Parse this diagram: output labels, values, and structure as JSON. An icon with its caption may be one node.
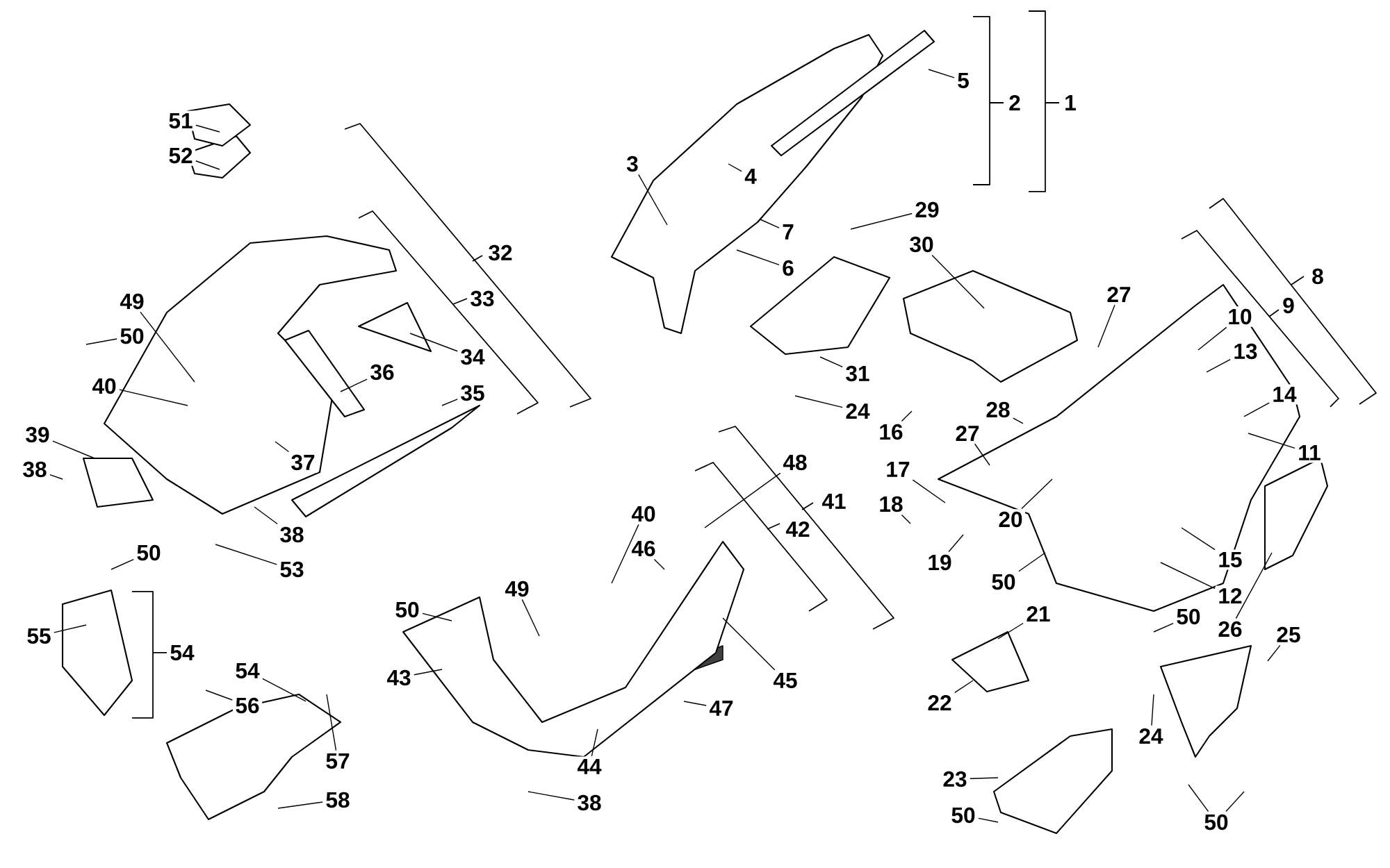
{
  "diagram": {
    "nodes": [
      {
        "text": [
          "51"
        ]
      },
      {
        "text": [
          "52"
        ]
      },
      {
        "text": [
          "49"
        ]
      },
      {
        "text": [
          "50"
        ]
      },
      {
        "text": [
          "40"
        ]
      },
      {
        "text": [
          "39"
        ]
      },
      {
        "text": [
          "38"
        ]
      },
      {
        "text": [
          "36"
        ]
      },
      {
        "text": [
          "34"
        ]
      },
      {
        "text": [
          "35"
        ]
      },
      {
        "text": [
          "37"
        ]
      },
      {
        "text": [
          "38"
        ]
      },
      {
        "text": [
          "53"
        ]
      },
      {
        "text": [
          "3"
        ]
      },
      {
        "text": [
          "4"
        ]
      },
      {
        "text": [
          "5"
        ]
      },
      {
        "text": [
          "7"
        ]
      },
      {
        "text": [
          "6"
        ]
      },
      {
        "text": [
          "29"
        ]
      },
      {
        "text": [
          "30"
        ]
      },
      {
        "text": [
          "31"
        ]
      },
      {
        "text": [
          "24"
        ]
      },
      {
        "text": [
          "27"
        ]
      },
      {
        "text": [
          "10"
        ]
      },
      {
        "text": [
          "13"
        ]
      },
      {
        "text": [
          "14"
        ]
      },
      {
        "text": [
          "11"
        ]
      },
      {
        "text": [
          "16"
        ]
      },
      {
        "text": [
          "27"
        ]
      },
      {
        "text": [
          "28"
        ]
      },
      {
        "text": [
          "17"
        ]
      },
      {
        "text": [
          "18"
        ]
      },
      {
        "text": [
          "19"
        ]
      },
      {
        "text": [
          "20"
        ]
      },
      {
        "text": [
          "50"
        ]
      },
      {
        "text": [
          "15"
        ]
      },
      {
        "text": [
          "12"
        ]
      },
      {
        "text": [
          "26"
        ]
      },
      {
        "text": [
          "25"
        ]
      },
      {
        "text": [
          "21"
        ]
      },
      {
        "text": [
          "22"
        ]
      },
      {
        "text": [
          "23"
        ]
      },
      {
        "text": [
          "50"
        ]
      },
      {
        "text": [
          "50"
        ]
      },
      {
        "text": [
          "24"
        ]
      },
      {
        "text": [
          "50"
        ]
      },
      {
        "text": [
          "48"
        ]
      },
      {
        "text": [
          "40"
        ]
      },
      {
        "text": [
          "46"
        ]
      },
      {
        "text": [
          "49"
        ]
      },
      {
        "text": [
          "50"
        ]
      },
      {
        "text": [
          "43"
        ]
      },
      {
        "text": [
          "44"
        ]
      },
      {
        "text": [
          "38"
        ]
      },
      {
        "text": [
          "47"
        ]
      },
      {
        "text": [
          "45"
        ]
      },
      {
        "text": [
          "50"
        ]
      },
      {
        "text": [
          "55"
        ]
      },
      {
        "text": [
          "54"
        ]
      },
      {
        "text": [
          "56"
        ]
      },
      {
        "text": [
          "57"
        ]
      },
      {
        "text": [
          "58"
        ]
      }
    ],
    "edges": [
      {
        "from": 0,
        "to": null,
        "arrow": "none"
      },
      {
        "from": 1,
        "to": null,
        "arrow": "none"
      },
      {
        "from": 2,
        "to": null,
        "arrow": "none"
      },
      {
        "from": 3,
        "to": null,
        "arrow": "none"
      },
      {
        "from": 4,
        "to": null,
        "arrow": "none"
      },
      {
        "from": 5,
        "to": null,
        "arrow": "none"
      },
      {
        "from": 6,
        "to": null,
        "arrow": "none"
      },
      {
        "from": 7,
        "to": null,
        "arrow": "none"
      },
      {
        "from": 8,
        "to": null,
        "arrow": "none"
      },
      {
        "from": 9,
        "to": null,
        "arrow": "none"
      },
      {
        "from": 10,
        "to": null,
        "arrow": "none"
      },
      {
        "from": 11,
        "to": null,
        "arrow": "none"
      },
      {
        "from": 12,
        "to": null,
        "arrow": "none"
      },
      {
        "from": 13,
        "to": null,
        "arrow": "none"
      },
      {
        "from": 14,
        "to": null,
        "arrow": "none"
      },
      {
        "from": 15,
        "to": null,
        "arrow": "none"
      },
      {
        "from": 16,
        "to": null,
        "arrow": "none"
      },
      {
        "from": 17,
        "to": null,
        "arrow": "none"
      },
      {
        "from": 18,
        "to": null,
        "arrow": "none"
      },
      {
        "from": 19,
        "to": null,
        "arrow": "none"
      },
      {
        "from": 20,
        "to": null,
        "arrow": "none"
      },
      {
        "from": 21,
        "to": null,
        "arrow": "none"
      },
      {
        "from": 22,
        "to": null,
        "arrow": "none"
      },
      {
        "from": 23,
        "to": null,
        "arrow": "none"
      },
      {
        "from": 24,
        "to": null,
        "arrow": "none"
      },
      {
        "from": 25,
        "to": null,
        "arrow": "none"
      },
      {
        "from": 26,
        "to": null,
        "arrow": "none"
      },
      {
        "from": 27,
        "to": null,
        "arrow": "none"
      },
      {
        "from": 28,
        "to": null,
        "arrow": "none"
      },
      {
        "from": 29,
        "to": null,
        "arrow": "none"
      },
      {
        "from": 30,
        "to": null,
        "arrow": "none"
      },
      {
        "from": 31,
        "to": null,
        "arrow": "none"
      },
      {
        "from": 32,
        "to": null,
        "arrow": "none"
      },
      {
        "from": 33,
        "to": null,
        "arrow": "none"
      },
      {
        "from": 34,
        "to": null,
        "arrow": "none"
      },
      {
        "from": 35,
        "to": null,
        "arrow": "none"
      },
      {
        "from": 36,
        "to": null,
        "arrow": "none"
      },
      {
        "from": 37,
        "to": null,
        "arrow": "none"
      },
      {
        "from": 38,
        "to": null,
        "arrow": "none"
      },
      {
        "from": 39,
        "to": null,
        "arrow": "none"
      },
      {
        "from": 40,
        "to": null,
        "arrow": "none"
      },
      {
        "from": 41,
        "to": null,
        "arrow": "none"
      },
      {
        "from": 42,
        "to": null,
        "arrow": "none"
      },
      {
        "from": 43,
        "to": null,
        "arrow": "none"
      },
      {
        "from": 44,
        "to": null,
        "arrow": "none"
      },
      {
        "from": 45,
        "to": null,
        "arrow": "none"
      },
      {
        "from": 45,
        "to": null,
        "arrow": "none"
      },
      {
        "from": 46,
        "to": null,
        "arrow": "none"
      },
      {
        "from": 47,
        "to": null,
        "arrow": "none"
      },
      {
        "from": 48,
        "to": null,
        "arrow": "none"
      },
      {
        "from": 49,
        "to": null,
        "arrow": "none"
      },
      {
        "from": 50,
        "to": null,
        "arrow": "none"
      },
      {
        "from": 51,
        "to": null,
        "arrow": "none"
      },
      {
        "from": 52,
        "to": null,
        "arrow": "none"
      },
      {
        "from": 53,
        "to": null,
        "arrow": "none"
      },
      {
        "from": 54,
        "to": null,
        "arrow": "none"
      },
      {
        "from": 55,
        "to": null,
        "arrow": "none"
      },
      {
        "from": 56,
        "to": null,
        "arrow": "none"
      },
      {
        "from": 57,
        "to": null,
        "arrow": "none"
      },
      {
        "from": 58,
        "to": null,
        "arrow": "none"
      },
      {
        "from": 59,
        "to": null,
        "arrow": "none"
      },
      {
        "from": 60,
        "to": null,
        "arrow": "none"
      },
      {
        "from": 61,
        "to": null,
        "arrow": "none"
      }
    ],
    "labels": [
      "1",
      "2",
      "8",
      "9",
      "32",
      "33",
      "41",
      "42",
      "54"
    ]
  }
}
